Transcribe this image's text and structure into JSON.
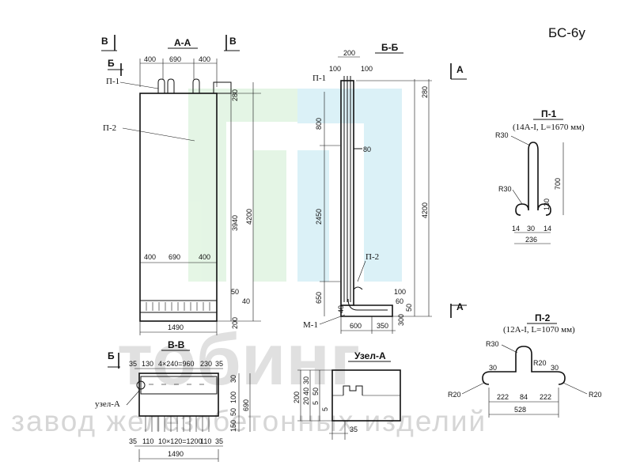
{
  "drawing": {
    "code": "БС-6у",
    "sections": {
      "aa": "А-А",
      "bb": "Б-Б",
      "vv": "В-В",
      "node_a": "Узел-А"
    },
    "markers": {
      "v": "В",
      "b": "Б",
      "a": "А"
    },
    "part_labels": {
      "p1": "П-1",
      "p2": "П-2",
      "m1": "М-1",
      "node": "узел-А"
    },
    "details": {
      "p1": {
        "title": "П-1",
        "spec": "(14А-I, L=1670 мм)"
      },
      "p2": {
        "title": "П-2",
        "spec": "(12А-I, L=1070 мм)"
      }
    },
    "dims": {
      "aa_top": [
        "400",
        "690",
        "400"
      ],
      "aa_mid": [
        "400",
        "690",
        "400"
      ],
      "aa_right": [
        "280",
        "3940",
        "4200",
        "50",
        "40",
        "200"
      ],
      "aa_width": "1490",
      "bb_top": [
        "200",
        "100",
        "100"
      ],
      "bb_left": [
        "800",
        "2450",
        "650"
      ],
      "bb_other": [
        "80",
        "280",
        "4200",
        "100",
        "60",
        "50",
        "300",
        "40"
      ],
      "bb_bottom": [
        "600",
        "350"
      ],
      "vv_top": [
        "35",
        "130",
        "4×240=960",
        "230",
        "35"
      ],
      "vv_right": [
        "30",
        "100",
        "50",
        "690",
        "150"
      ],
      "vv_bottom": [
        "35",
        "110",
        "10×120=1200",
        "110",
        "35"
      ],
      "vv_width": "1490",
      "node_left": [
        "200",
        "30",
        "40",
        "20",
        "50",
        "5",
        "5"
      ],
      "node_bottom": "35",
      "p1_dims": [
        "R30",
        "R30",
        "700",
        "130",
        "14",
        "14",
        "30",
        "236"
      ],
      "p2_dims": [
        "R30",
        "R20",
        "30",
        "30",
        "R20",
        "R20",
        "222",
        "84",
        "222",
        "528"
      ]
    },
    "watermark": {
      "brand": "тобинг",
      "tagline": "завод железобетонных изделий"
    }
  }
}
